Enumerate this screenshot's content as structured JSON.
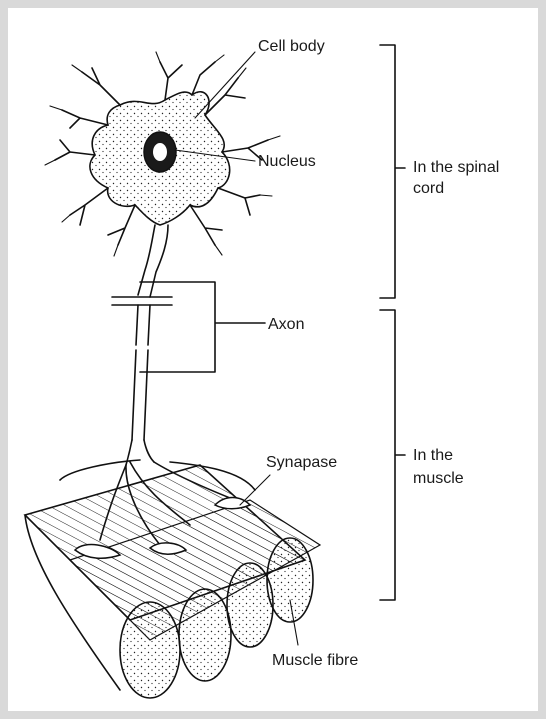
{
  "labels": {
    "cell_body": "Cell body",
    "nucleus": "Nucleus",
    "axon": "Axon",
    "synapse": "Synapase",
    "muscle_fibre": "Muscle fibre"
  },
  "regions": {
    "spinal_line1": "In the spinal",
    "spinal_line2": "cord",
    "muscle_line1": "In the",
    "muscle_line2": "muscle"
  }
}
